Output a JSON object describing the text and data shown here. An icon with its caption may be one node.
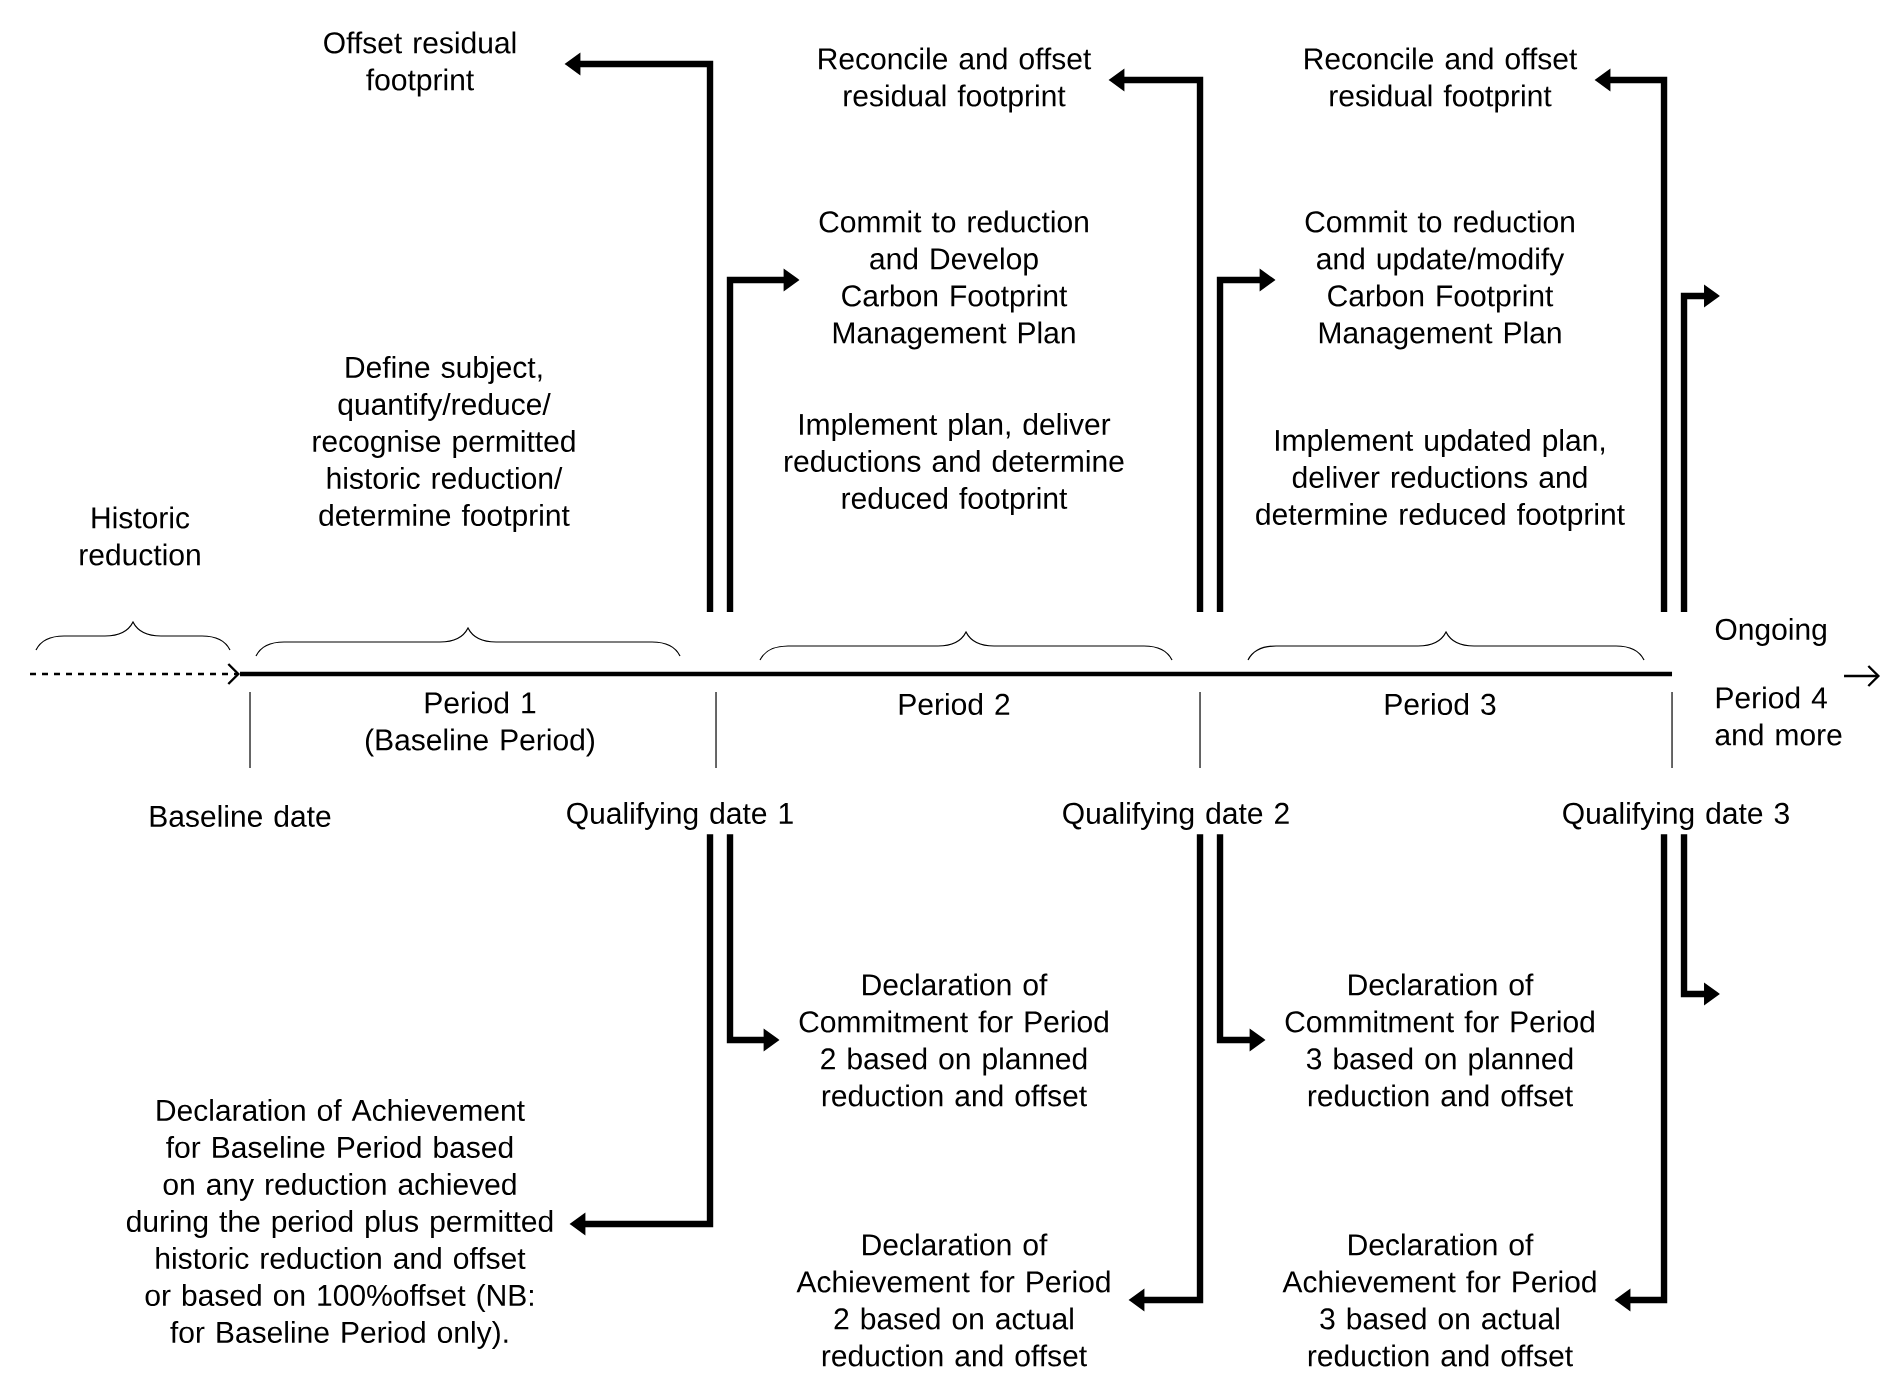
{
  "diagram": {
    "nodes": [
      {
        "text": [
          "Offset residual footprint"
        ]
      },
      {
        "text": [
          "Reconcile and offset residual footprint"
        ]
      },
      {
        "text": [
          "Reconcile and offset residual footprint"
        ]
      },
      {
        "text": [
          "Commit to reduction and Develop Carbon Footprint Management Plan"
        ]
      },
      {
        "text": [
          "Commit to reduction and update/modify Carbon Footprint Management Plan"
        ]
      },
      {
        "text": [
          "Declaration of Commitment for Period 2 based on planned reduction and offset"
        ]
      },
      {
        "text": [
          "Declaration of Commitment for Period 3 based on planned reduction and offset"
        ]
      },
      {
        "text": [
          "Declaration of Achievement for Baseline Period based on any reduction achieved during the period plus permitted historic reduction and offset or based on 100%offset (NB: for Baseline Period only)."
        ]
      },
      {
        "text": [
          "Declaration of Achievement for Period 2 based on actual reduction and offset"
        ]
      },
      {
        "text": [
          "Declaration of Achievement for Period 3 based on actual reduction and offset"
        ]
      },
      {
        "text": [
          "Qualifying date 1"
        ]
      },
      {
        "text": [
          "Qualifying date 2"
        ]
      },
      {
        "text": [
          "Qualifying date 3"
        ]
      }
    ],
    "edges": [
      {
        "from": null,
        "to": 0,
        "arrow": "to"
      },
      {
        "from": null,
        "to": 3,
        "arrow": "to"
      },
      {
        "from": null,
        "to": 1,
        "arrow": "to"
      },
      {
        "from": null,
        "to": 4,
        "arrow": "to"
      },
      {
        "from": null,
        "to": 2,
        "arrow": "to"
      },
      {
        "from": 10,
        "to": 7,
        "arrow": "to"
      },
      {
        "from": 10,
        "to": 5,
        "arrow": "to"
      },
      {
        "from": 11,
        "to": 8,
        "arrow": "to"
      },
      {
        "from": 11,
        "to": 6,
        "arrow": "to"
      },
      {
        "from": 12,
        "to": 9,
        "arrow": "to"
      },
      {
        "from": 12,
        "to": null,
        "arrow": "to"
      }
    ],
    "labels": [
      "Define subject, quantify/reduce/ recognise permitted historic reduction/ determine footprint",
      "Implement plan, deliver reductions and determine reduced footprint",
      "Implement updated plan, deliver reductions and determine reduced footprint",
      "Historic reduction",
      "Ongoing",
      "Period 1 (Baseline Period)",
      "Period 2",
      "Period 3",
      "Period 4 and more",
      "Baseline date"
    ]
  }
}
